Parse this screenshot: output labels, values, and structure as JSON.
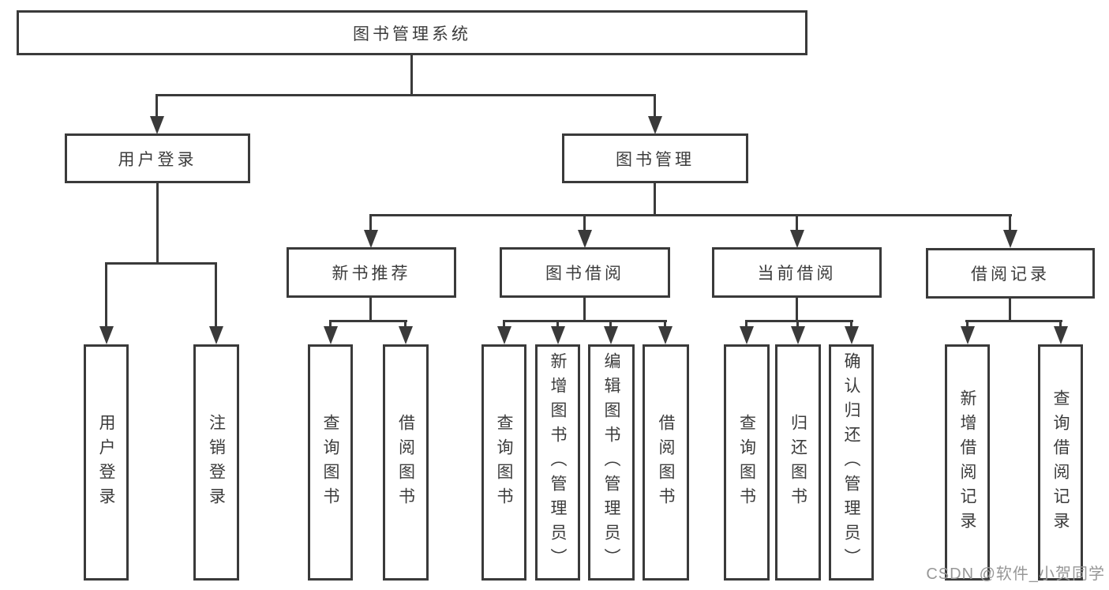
{
  "nodes": {
    "root": "图书管理系统",
    "user_login": "用户登录",
    "book_mgmt": "图书管理",
    "sections": [
      "新书推荐",
      "图书借阅",
      "当前借阅",
      "借阅记录"
    ],
    "leaves": [
      "用户登录",
      "注销登录",
      "查询图书",
      "借阅图书",
      "查询图书",
      "新增图书（管理员）",
      "编辑图书（管理员）",
      "借阅图书",
      "查询图书",
      "归还图书",
      "确认归还（管理员）",
      "新增借阅记录",
      "查询借阅记录"
    ]
  },
  "watermark": "CSDN @软件_小贺同学",
  "colors": {
    "line": "#3a3a3a",
    "text": "#3c3c3c",
    "background": "#ffffff",
    "watermark": "#979797"
  }
}
